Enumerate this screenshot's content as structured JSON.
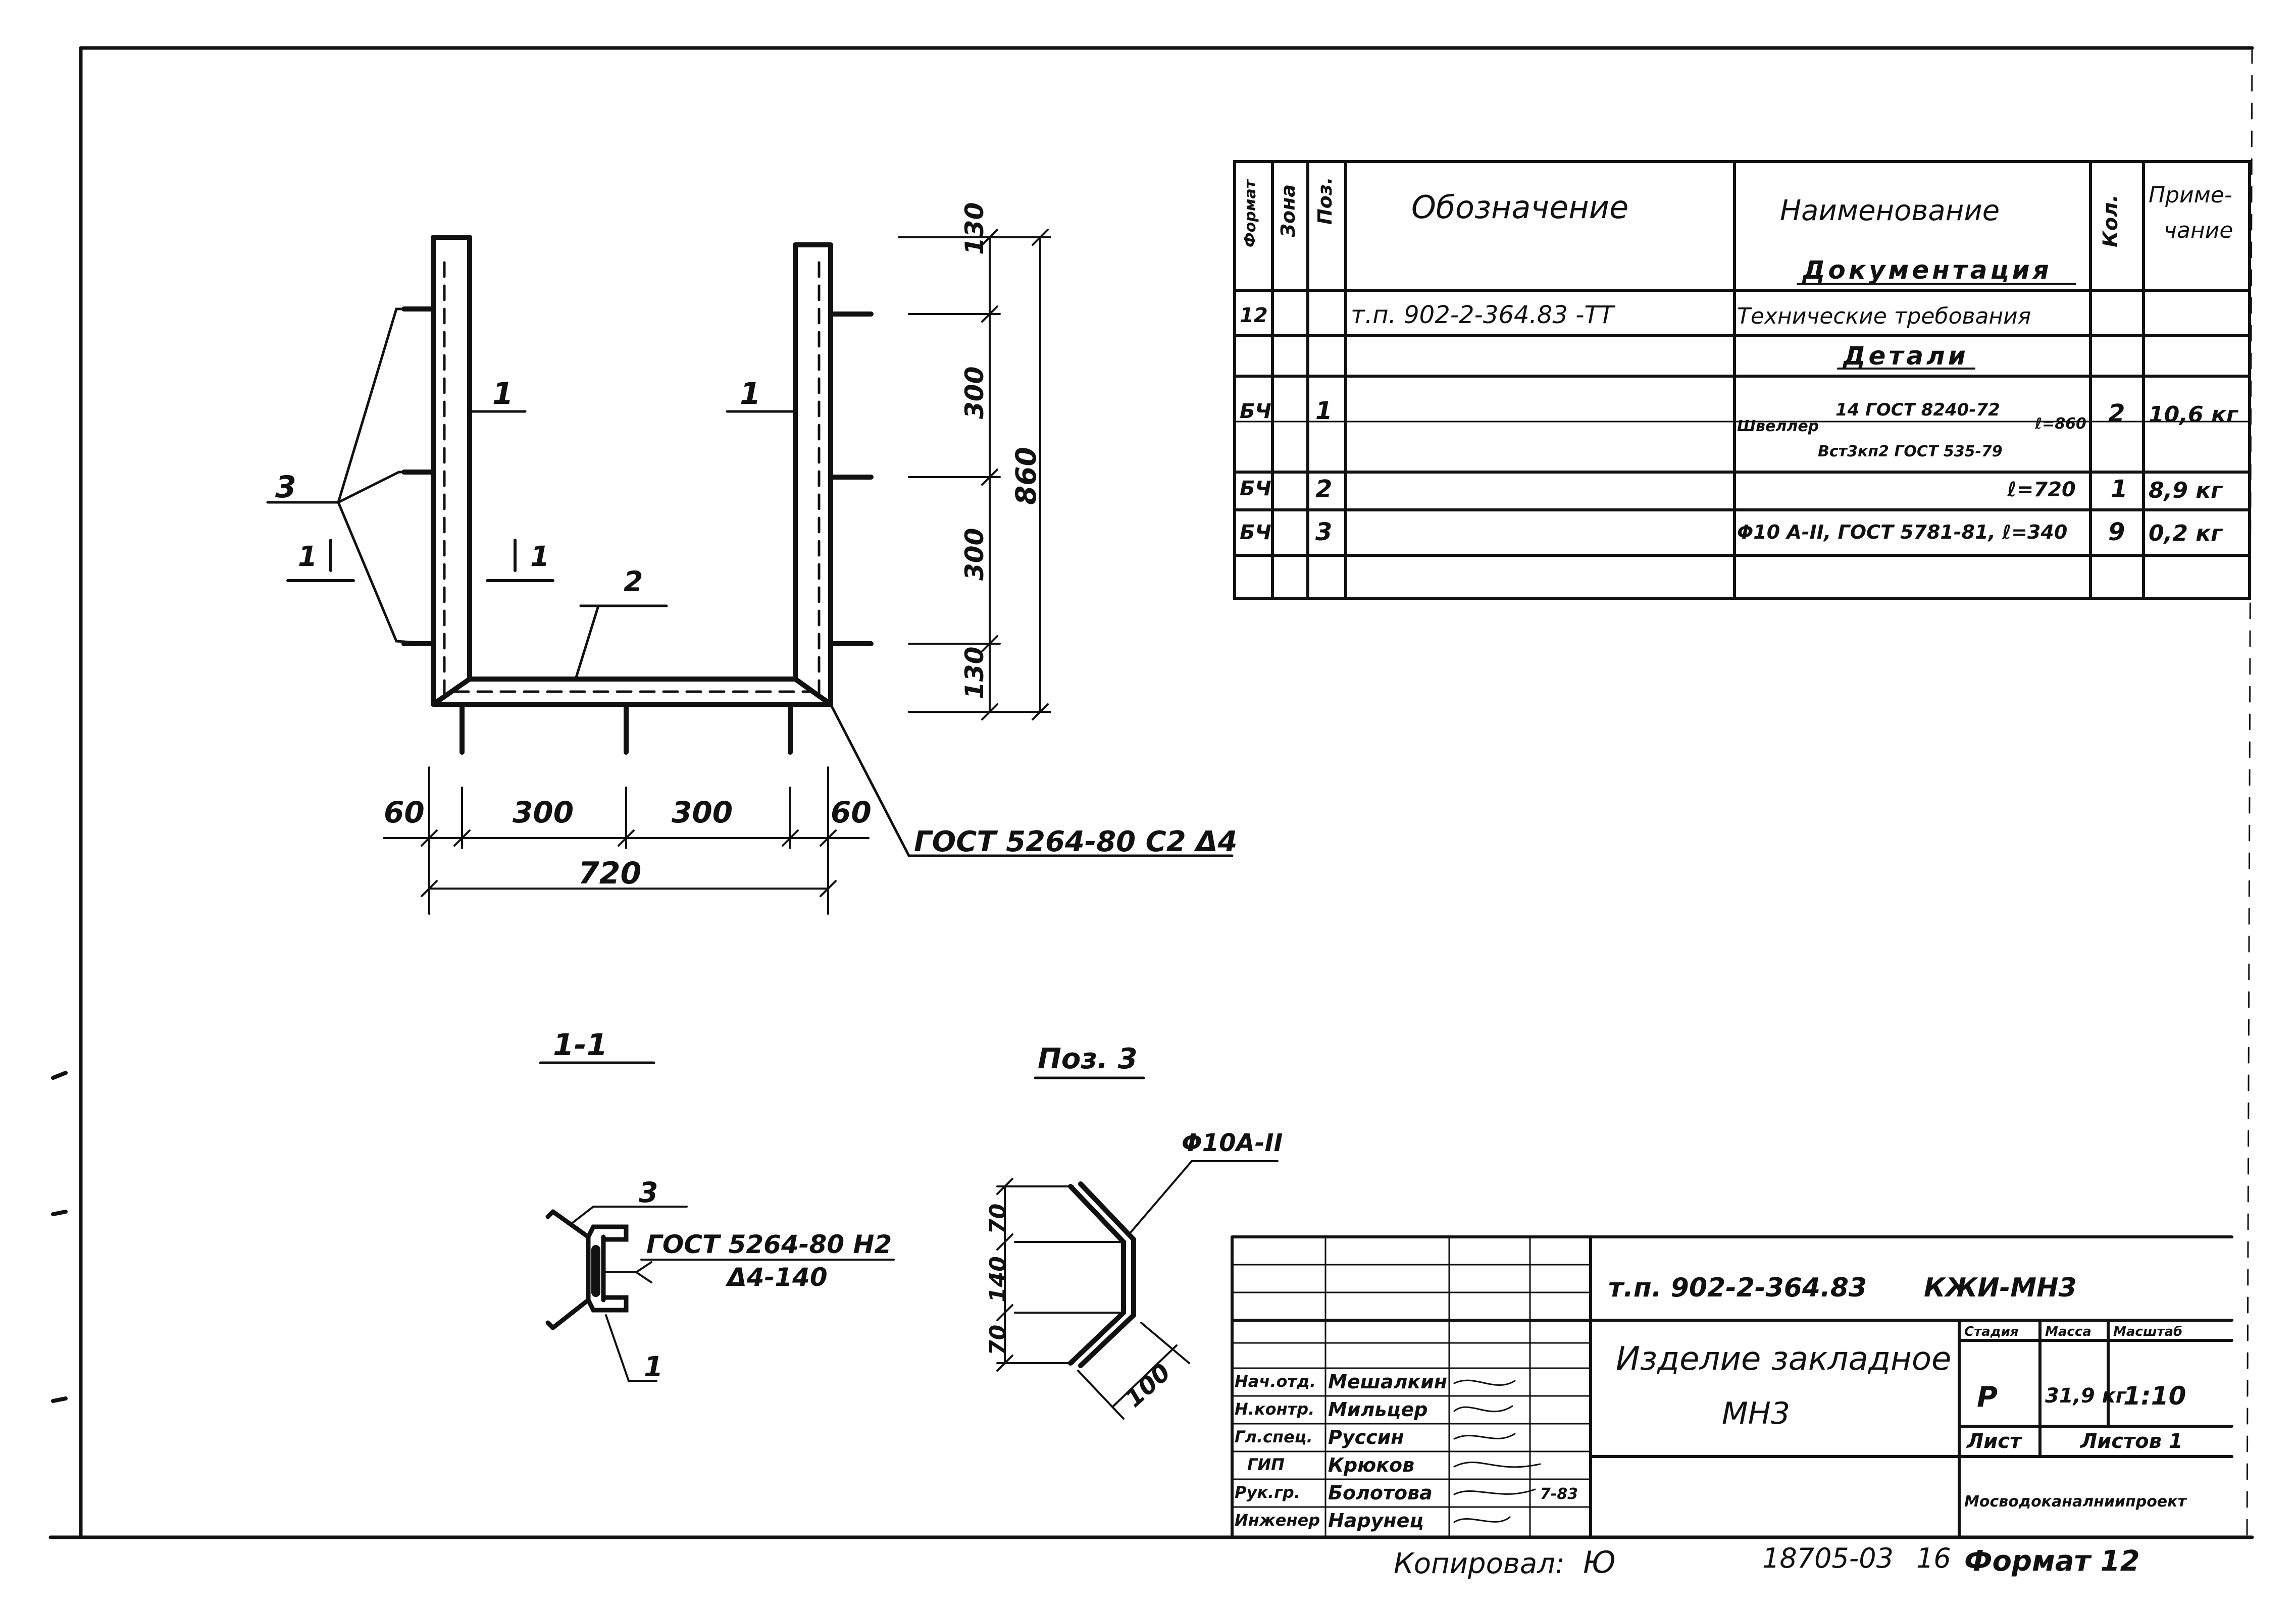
{
  "drawing": {
    "main_view": {
      "dims_bottom": [
        "60",
        "300",
        "300",
        "60"
      ],
      "dim_total_width": "720",
      "dims_right": [
        "130",
        "300",
        "300",
        "130"
      ],
      "dim_total_height": "860",
      "pos_labels": {
        "channel_left": "1",
        "channel_right": "1",
        "plate": "2",
        "anchor": "3"
      },
      "section_mark_left": "1",
      "section_mark_right": "1",
      "weld_note": "ГОСТ 5264-80 С2 Δ4"
    },
    "section_1_1": {
      "title": "1-1",
      "pos_top": "3",
      "pos_bottom": "1",
      "weld_note_line1": "ГОСТ 5264-80 Н2",
      "weld_note_line2": "Δ4-140"
    },
    "pos_3": {
      "title": "Поз. 3",
      "bar_note": "Φ10А-II",
      "dims": [
        "70",
        "140",
        "70"
      ],
      "dim_leg": "100"
    }
  },
  "spec_table": {
    "headers": {
      "format": "Формат",
      "zone": "Зона",
      "pos": "Поз.",
      "designation": "Обозначение",
      "name": "Наименование",
      "qty": "Кол.",
      "note_line1": "Приме-",
      "note_line2": "чание"
    },
    "section_docs": "Документация",
    "section_parts": "Детали",
    "rows": [
      {
        "format": "12",
        "pos": "",
        "designation": "т.п. 902-2-364.83    -ТТ",
        "name": "Технические требования",
        "qty": "",
        "note": ""
      },
      {
        "format": "БЧ",
        "pos": "1",
        "designation": "",
        "name_prefix": "Швеллер",
        "name_top": "14 ГОСТ 8240-72",
        "name_bottom": "Вст3кп2 ГОСТ 535-79",
        "name_suffix": "ℓ=860",
        "qty": "2",
        "note": "10,6 кг"
      },
      {
        "format": "БЧ",
        "pos": "2",
        "designation": "",
        "name": "ℓ=720",
        "qty": "1",
        "note": "8,9 кг"
      },
      {
        "format": "БЧ",
        "pos": "3",
        "designation": "",
        "name": "Φ10 А-II, ГОСТ 5781-81, ℓ=340",
        "qty": "9",
        "note": "0,2 кг"
      }
    ]
  },
  "title_block": {
    "doc_number": "т.п. 902-2-364.83",
    "doc_code": "КЖИ-МН3",
    "item_title": "Изделие закладное",
    "item_code": "МН3",
    "stage_header": "Стадия",
    "mass_header": "Масса",
    "scale_header": "Масштаб",
    "stage": "Р",
    "mass": "31,9 кг",
    "scale": "1:10",
    "sheet_label": "Лист",
    "sheets_label": "Листов 1",
    "organization": "Мосводоканалниипроект",
    "signatures": [
      {
        "role": "Нач.отд.",
        "name": "Мешалкин"
      },
      {
        "role": "Н.контр.",
        "name": "Мильцер"
      },
      {
        "role": "Гл.спец.",
        "name": "Руссин"
      },
      {
        "role": "ГИП",
        "name": "Крюков"
      },
      {
        "role": "Рук.гр.",
        "name": "Болотова"
      },
      {
        "role": "Инженер",
        "name": "Нарунец"
      }
    ],
    "sign_date": "7-83"
  },
  "footer": {
    "copied_by": "Копировал:",
    "copied_sign": "Ю",
    "archive_number": "18705-03",
    "sheet_number": "16",
    "format": "Формат 12"
  }
}
